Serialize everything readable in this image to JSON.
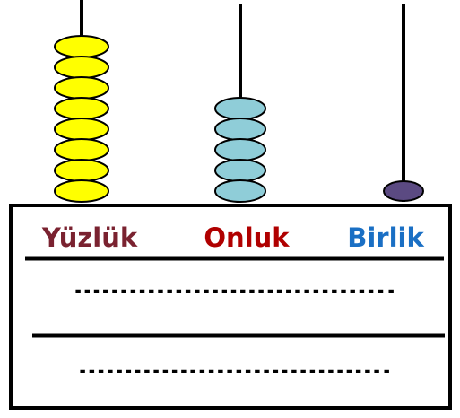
{
  "abacus": {
    "rods": [
      {
        "label": "Yüzlük",
        "label_color": "#7a2230",
        "bead_count": 8,
        "bead_color": "#ffff00"
      },
      {
        "label": "Onluk",
        "label_color": "#b00000",
        "bead_count": 5,
        "bead_color": "#8fcdd8"
      },
      {
        "label": "Birlik",
        "label_color": "#1a6fc4",
        "bead_count": 1,
        "bead_color": "#5b4a82"
      }
    ]
  },
  "answer_lines": [
    {
      "dots": "…………………………….."
    },
    {
      "dots": "……………………………."
    }
  ]
}
